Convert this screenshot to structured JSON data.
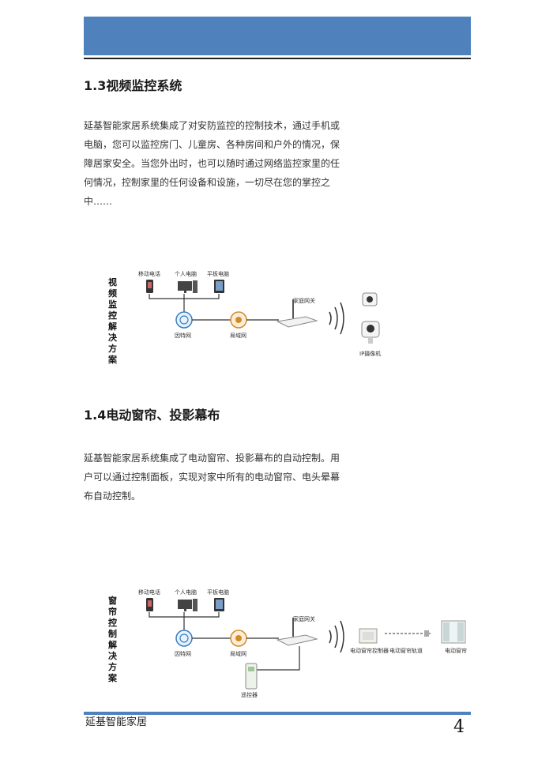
{
  "section1": {
    "title": "1.3视频监控系统",
    "lines": [
      "延基智能家居系统集成了对安防监控的控制技术，通过手机或",
      "电脑，您可以监控房门、儿童房、各种房间和户外的情况，保",
      "障居家安全。当您外出时，也可以随时通过网络监控家里的任",
      "何情况，控制家里的任何设备和设施，一切尽在您的掌控之",
      "中……"
    ],
    "diagram": {
      "vertical_title": [
        "视",
        "频",
        "监",
        "控",
        "解",
        "决",
        "方",
        "案"
      ],
      "phone": "移动电话",
      "pc": "个人电脑",
      "tablet": "平板电脑",
      "internet": "因特网",
      "lan": "局域网",
      "gateway": "家庭网关",
      "camera": "IP摄像机"
    }
  },
  "section2": {
    "title": "1.4电动窗帘、投影幕布",
    "lines": [
      "延基智能家居系统集成了电动窗帘、投影幕布的自动控制。用",
      "户可以通过控制面板，实现对家中所有的电动窗帘、电头晕幕",
      "布自动控制。"
    ],
    "diagram": {
      "vertical_title": [
        "窗",
        "帘",
        "控",
        "制",
        "解",
        "决",
        "方",
        "案"
      ],
      "phone": "移动电话",
      "pc": "个人电脑",
      "tablet": "平板电脑",
      "internet": "因特网",
      "lan": "局域网",
      "gateway": "家庭网关",
      "remote": "遥控器",
      "panel": "电动窗帘控制器",
      "track": "电动窗帘轨道",
      "curtain": "电动窗帘"
    }
  },
  "footer": {
    "company": "延基智能家居",
    "page": "4"
  },
  "colors": {
    "accent": "#4f81bd"
  }
}
